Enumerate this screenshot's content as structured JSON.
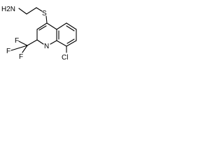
{
  "molecule": {
    "atoms": {
      "amine": "H2N",
      "sulfur": "S",
      "nitrogen": "N",
      "fluorine_top": "F",
      "fluorine_left": "F",
      "fluorine_bottom": "F",
      "chlorine": "Cl"
    },
    "colors": {
      "ink": "#000000",
      "background": "#ffffff"
    }
  }
}
